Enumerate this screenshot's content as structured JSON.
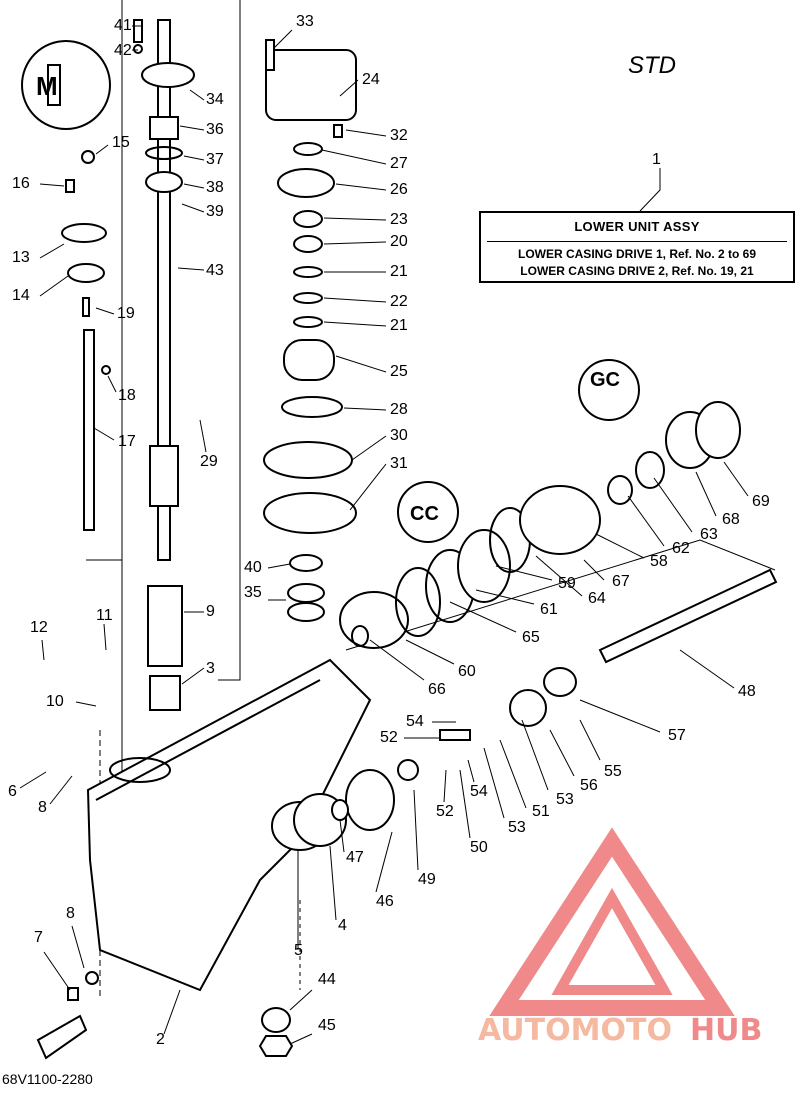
{
  "header": {
    "std_label": "STD"
  },
  "info_box": {
    "ref_number": "1",
    "title": "LOWER UNIT ASSY",
    "line1": "LOWER CASING DRIVE 1, Ref. No. 2 to 69",
    "line2": "LOWER CASING DRIVE 2, Ref. No. 19, 21"
  },
  "drawing_code": "68V1100-2280",
  "watermark": {
    "text_a": "AUTOMOTO",
    "text_b": "HUB",
    "color_main": "#f08a8a",
    "color_accent": "#f5b8a0"
  },
  "callouts": [
    "41",
    "42",
    "34",
    "36",
    "37",
    "38",
    "39",
    "43",
    "15",
    "16",
    "13",
    "14",
    "19",
    "18",
    "17",
    "29",
    "12",
    "11",
    "9",
    "3",
    "10",
    "6",
    "8",
    "8",
    "7",
    "2",
    "33",
    "24",
    "32",
    "27",
    "26",
    "23",
    "20",
    "21",
    "22",
    "21",
    "25",
    "28",
    "30",
    "31",
    "40",
    "35",
    "4",
    "5",
    "44",
    "45",
    "47",
    "46",
    "49",
    "50",
    "51",
    "52",
    "52",
    "53",
    "53",
    "54",
    "54",
    "55",
    "56",
    "57",
    "48",
    "66",
    "60",
    "65",
    "61",
    "59",
    "64",
    "67",
    "58",
    "62",
    "63",
    "68",
    "69"
  ],
  "badges": {
    "badge_a": "M",
    "badge_b": "GC",
    "badge_c": "CC"
  }
}
